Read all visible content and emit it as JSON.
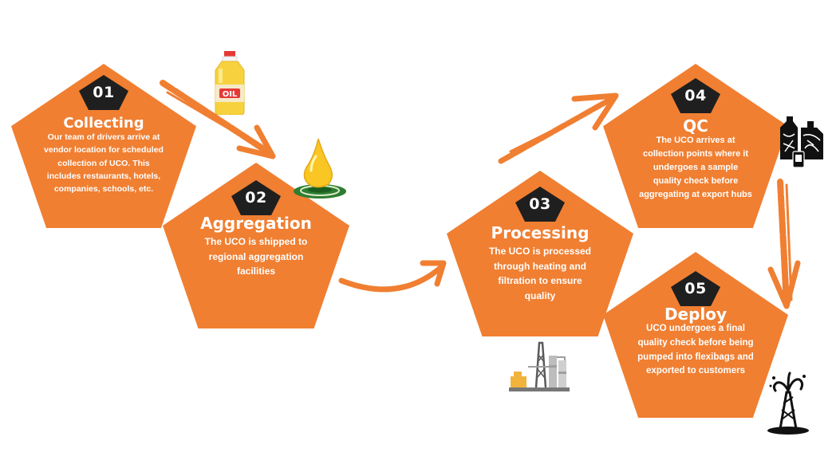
{
  "colors": {
    "pentagon": "#F07F32",
    "badge": "#1F1F1F",
    "arrow": "#F07F32",
    "text": "#FFFFFF"
  },
  "steps": [
    {
      "number": "01",
      "title": "Collecting",
      "description": "Our team of drivers arrive at vendor location for scheduled collection of UCO. This includes restaurants, hotels, companies, schools, etc."
    },
    {
      "number": "02",
      "title": "Aggregation",
      "description": "The UCO is shipped to regional aggregation facilities"
    },
    {
      "number": "03",
      "title": "Processing",
      "description": "The UCO is processed through heating and filtration to ensure quality"
    },
    {
      "number": "04",
      "title": "QC",
      "description": "The UCO arrives at collection points where it undergoes a sample quality check before aggregating at export hubs"
    },
    {
      "number": "05",
      "title": "Deploy",
      "description": "UCO undergoes a final quality check before being pumped into flexibags and exported to customers"
    }
  ],
  "icons": {
    "oil_bottle": {
      "name": "oil-bottle-icon",
      "label": "OIL"
    },
    "oil_drop": {
      "name": "oil-drop-icon"
    },
    "refinery": {
      "name": "refinery-icon"
    },
    "qc_containers": {
      "name": "qc-containers-icon"
    },
    "oil_rig": {
      "name": "oil-rig-icon"
    }
  }
}
